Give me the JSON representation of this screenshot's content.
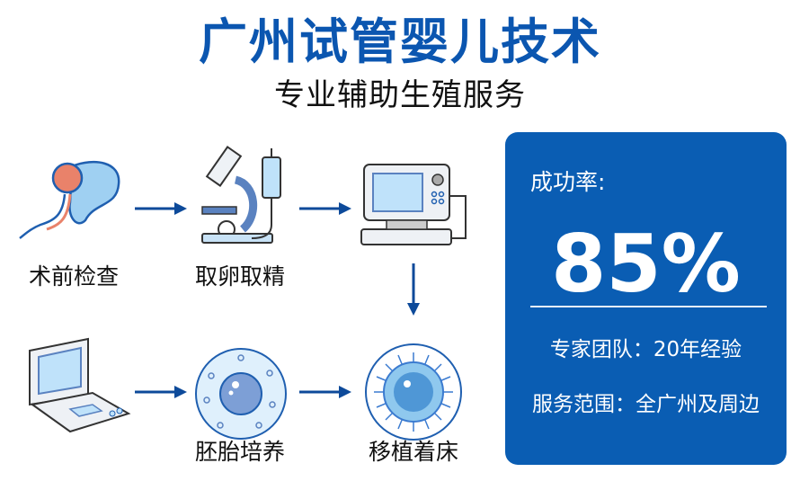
{
  "header": {
    "title": "广州试管婴儿技术",
    "subtitle": "专业辅助生殖服务"
  },
  "steps": [
    {
      "label": "术前检查",
      "icon": "sperm-egg-icon"
    },
    {
      "label": "取卵取精",
      "icon": "microscope-icon"
    },
    {
      "label": "",
      "icon": "monitor-device-icon"
    },
    {
      "label": "移植着床",
      "icon": "implant-cell-icon"
    },
    {
      "label": "胚胎培养",
      "icon": "embryo-icon"
    },
    {
      "label": "",
      "icon": "laptop-device-icon"
    }
  ],
  "stats": {
    "success_label": "成功率:",
    "success_value": "85%",
    "team": "专家团队：20年经验",
    "area": "服务范围：全广州及周边"
  },
  "colors": {
    "brand": "#0b56b0",
    "card": "#0a5db3",
    "arrow": "#0d4a9a"
  }
}
